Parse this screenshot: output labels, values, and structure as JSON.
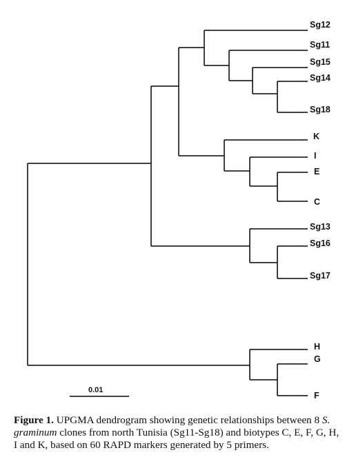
{
  "diagram": {
    "leaves": [
      "Sg12",
      "Sg11",
      "Sg15",
      "Sg14",
      "Sg18",
      "K",
      "I",
      "E",
      "C",
      "Sg13",
      "Sg16",
      "Sg17",
      "H",
      "G",
      "F"
    ],
    "scale_bar_label": "0.01"
  },
  "caption": {
    "figure_label": "Figure 1.",
    "text_1": " UPGMA dendrogram showing genetic relationships between 8 ",
    "species": "S. graminum",
    "text_2": " clones from north Tunisia (Sg11-Sg18) and biotypes C, E, F, G, H, I and K, based on 60 RAPD markers generated by 5 primers."
  }
}
